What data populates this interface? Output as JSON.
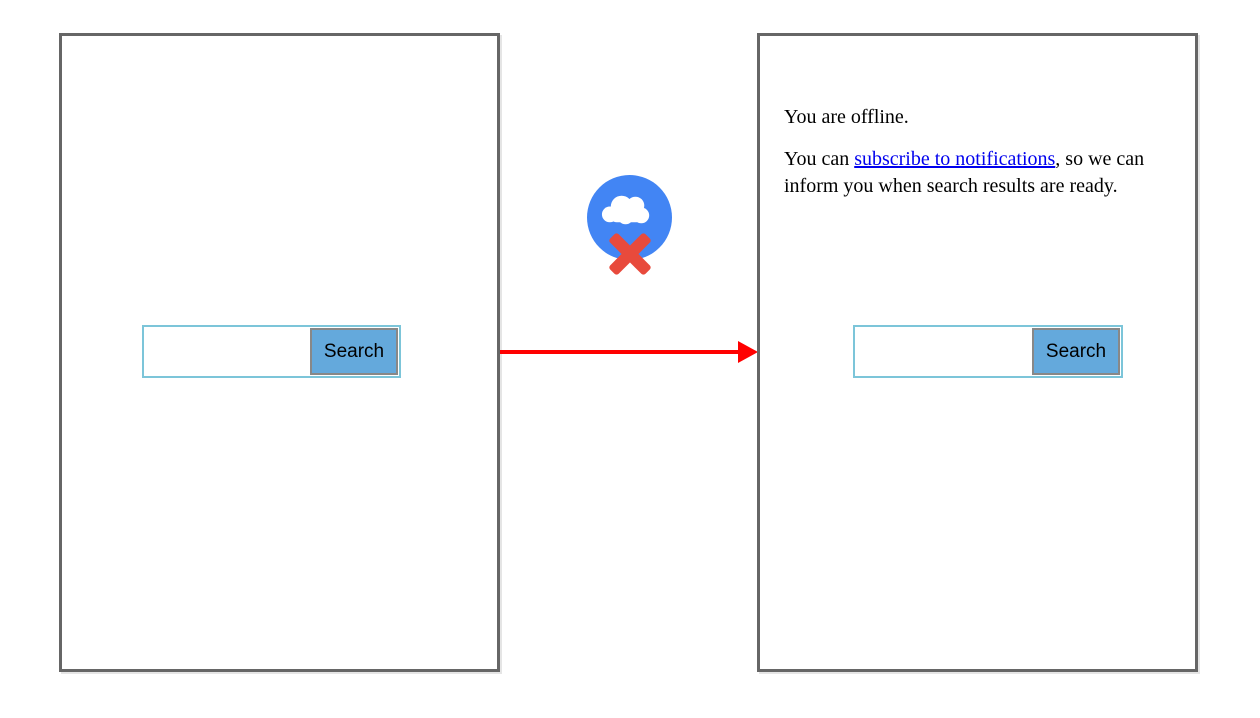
{
  "diagram": {
    "left_frame": {
      "search": {
        "input_value": "",
        "button_label": "Search"
      }
    },
    "connector": {
      "type": "arrow-right",
      "color": "#ff0000"
    },
    "offline_icon": {
      "name": "offline-cloud-icon",
      "circle_color": "#4285f4",
      "cloud_color": "#ffffff",
      "cross_color": "#e84a3c"
    },
    "right_frame": {
      "message": {
        "line1": "You are offline.",
        "line2_before": "You can ",
        "line2_link": "subscribe to notifications",
        "line2_after": ", so we can inform you when search results are ready."
      },
      "search": {
        "input_value": "",
        "button_label": "Search"
      }
    },
    "colors": {
      "frame_border": "#666666",
      "search_widget_border": "#7cc5d9",
      "search_button_background": "#64a9dc",
      "search_button_border": "#888888",
      "link": "#0000ee",
      "arrow": "#ff0000"
    }
  }
}
